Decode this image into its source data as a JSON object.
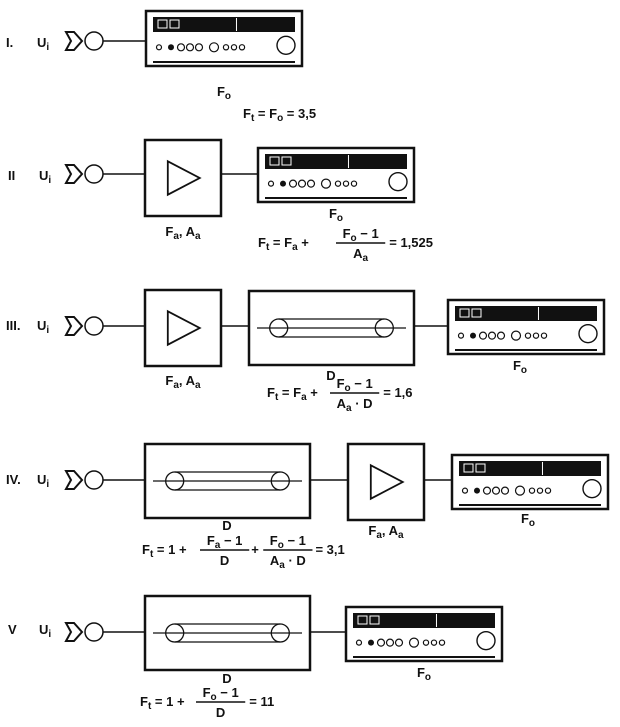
{
  "subscript": {
    "i": "i",
    "o": "o",
    "a": "a",
    "t": "t"
  },
  "symbols": {
    "U": "U",
    "F": "F",
    "A": "A",
    "D": "D",
    "one": "1",
    "eq": "=",
    "plus": "+",
    "minus": "−",
    "comma": ",",
    "dot": "·"
  },
  "rows": [
    {
      "numeral": "I.",
      "result": "3,5"
    },
    {
      "numeral": "II",
      "result": "1,525"
    },
    {
      "numeral": "III.",
      "result": "1,6"
    },
    {
      "numeral": "IV.",
      "result": "3,1"
    },
    {
      "numeral": "V",
      "result": "11"
    }
  ],
  "colors": {
    "ink": "#111111",
    "display": "#111111",
    "panel": "#ffffff"
  }
}
